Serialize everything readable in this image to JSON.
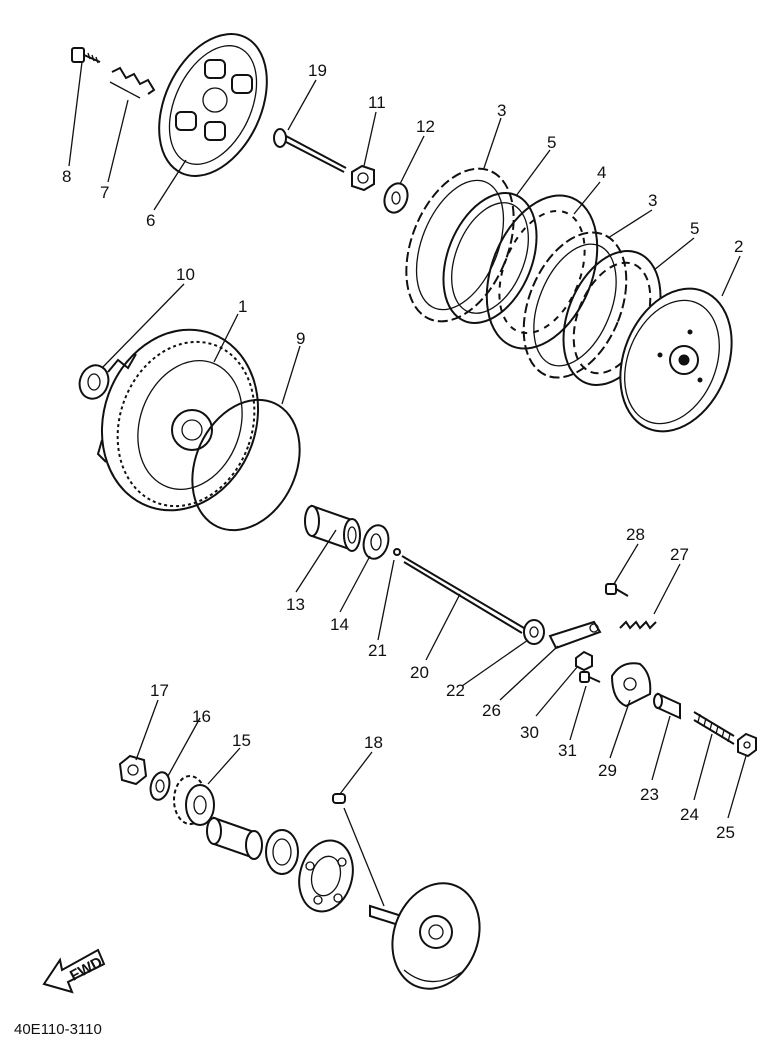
{
  "diagram": {
    "drawing_code": "40E110-3110",
    "fwd_label": "FWD",
    "callouts": [
      "1",
      "2",
      "3",
      "3",
      "4",
      "5",
      "5",
      "6",
      "7",
      "8",
      "9",
      "10",
      "11",
      "12",
      "13",
      "14",
      "15",
      "16",
      "17",
      "18",
      "19",
      "20",
      "21",
      "22",
      "23",
      "24",
      "25",
      "26",
      "27",
      "28",
      "29",
      "30",
      "31"
    ]
  }
}
